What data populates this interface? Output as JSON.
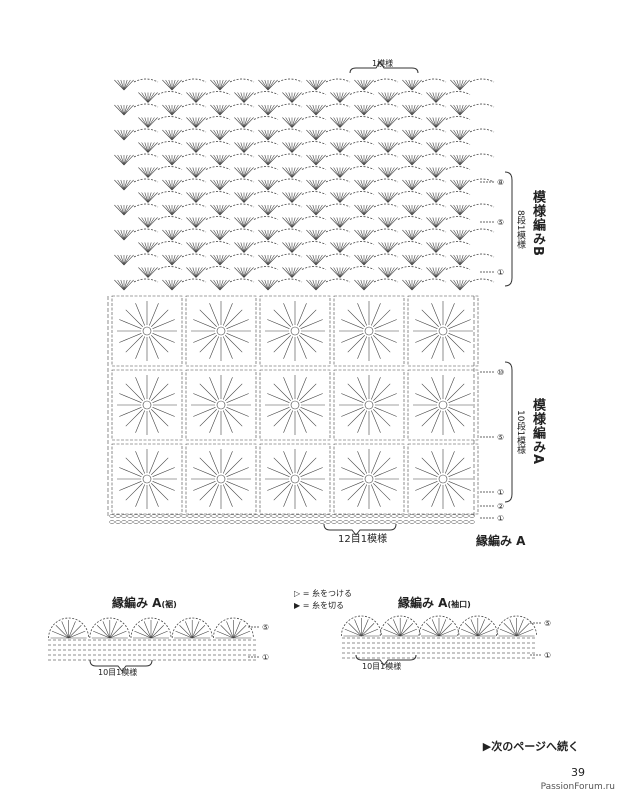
{
  "main_chart": {
    "repeat_label_top": "1模様",
    "repeat_label_bottom": "12目1模様",
    "section_b": {
      "title": "模様編みB",
      "subtitle": "8段1模様"
    },
    "section_a": {
      "title": "模様編みA",
      "subtitle": "10段1模様"
    },
    "edging_label": "縁編み A",
    "row_markers": [
      "⑧",
      "⑤",
      "①",
      "⑩",
      "⑤",
      "①",
      "②",
      "①"
    ]
  },
  "edging_hem": {
    "title": "縁編み A",
    "title_suffix": "(裾)",
    "repeat_label": "10目1模様",
    "row_markers": [
      "⑤",
      "①"
    ]
  },
  "edging_cuff": {
    "title": "縁編み A",
    "title_suffix": "(袖口)",
    "repeat_label": "10目1模様",
    "row_markers": [
      "⑤",
      "①"
    ]
  },
  "legend": {
    "attach": "▷ = 糸をつける",
    "cut": "▶ = 糸を切る"
  },
  "footer": {
    "continue_note": "▶次のページへ続く",
    "page_number": "39",
    "watermark": "PassionForum.ru"
  }
}
